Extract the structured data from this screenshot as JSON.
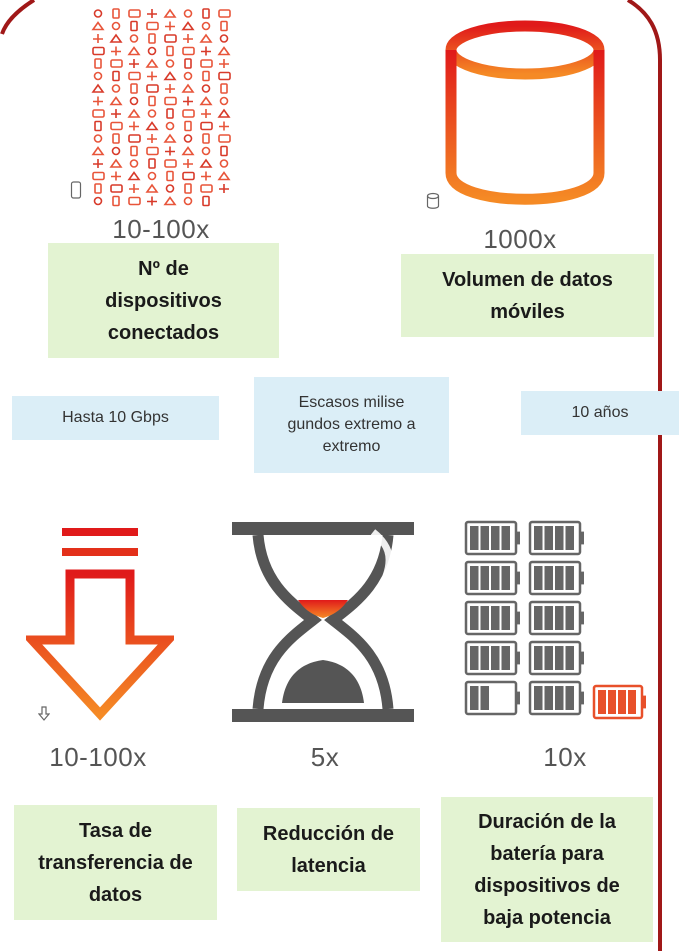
{
  "colors": {
    "frame": "#a01818",
    "red": "#e02020",
    "orange": "#f07820",
    "green_box": "#e3f3d2",
    "blue_box": "#dbeef7",
    "gray_icon": "#555555"
  },
  "top": {
    "devices": {
      "metric": "10-100x",
      "label": "Nº de dispositivos conectados",
      "icon": "iot-devices-grid-icon"
    },
    "volume": {
      "metric": "1000x",
      "label": "Volumen de datos móviles",
      "icon": "cylinder-database-icon"
    }
  },
  "middle": {
    "speed": "Hasta 10 Gbps",
    "latency": "Escasos milise gundos extremo a extremo",
    "battery": "10 años"
  },
  "bottom": {
    "transfer": {
      "metric": "10-100x",
      "label": "Tasa de transferencia de datos",
      "icon": "download-arrow-icon"
    },
    "latency": {
      "metric": "5x",
      "label": "Reducción de latencia",
      "icon": "hourglass-icon"
    },
    "battery": {
      "metric": "10x",
      "label": "Duración de la batería para dispositivos de baja potencia",
      "icon": "batteries-icon"
    }
  }
}
